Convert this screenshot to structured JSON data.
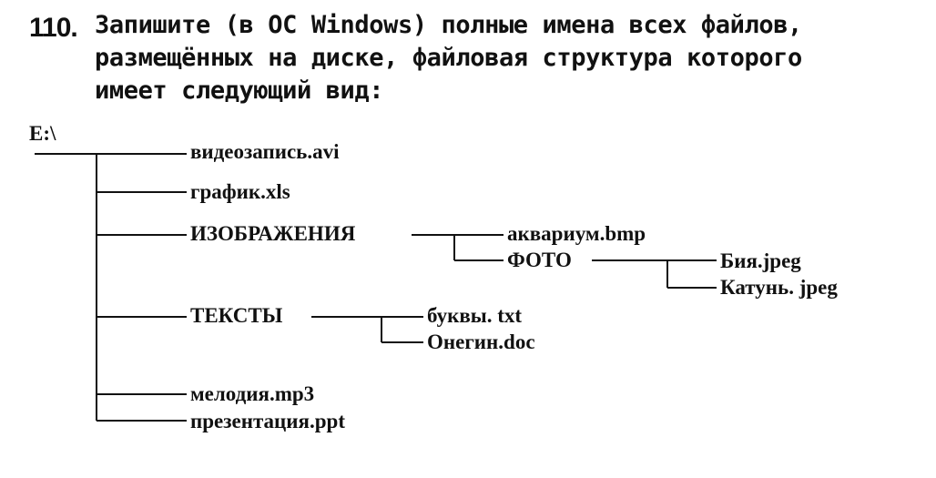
{
  "task": {
    "number": "110.",
    "lines": [
      "Запишите (в ОС Windows) полные имена всех файлов,",
      "размещённых на диске, файловая структура которого",
      "имеет следующий вид:"
    ]
  },
  "tree": {
    "root": "E:\\",
    "items": {
      "videozapis": "видеозапись.avi",
      "grafik": "график.xls",
      "izobrazheniya": "ИЗОБРАЖЕНИЯ",
      "akvarium": "аквариум.bmp",
      "foto": "ФОТО",
      "biya": "Бия.jpeg",
      "katun": "Катунь. jpeg",
      "teksty": "ТЕКСТЫ",
      "bukvy": "буквы. txt",
      "onegin": "Онегин.doc",
      "melodiya": "мелодия.mp3",
      "prezentaciya": "презентация.ppt"
    }
  }
}
